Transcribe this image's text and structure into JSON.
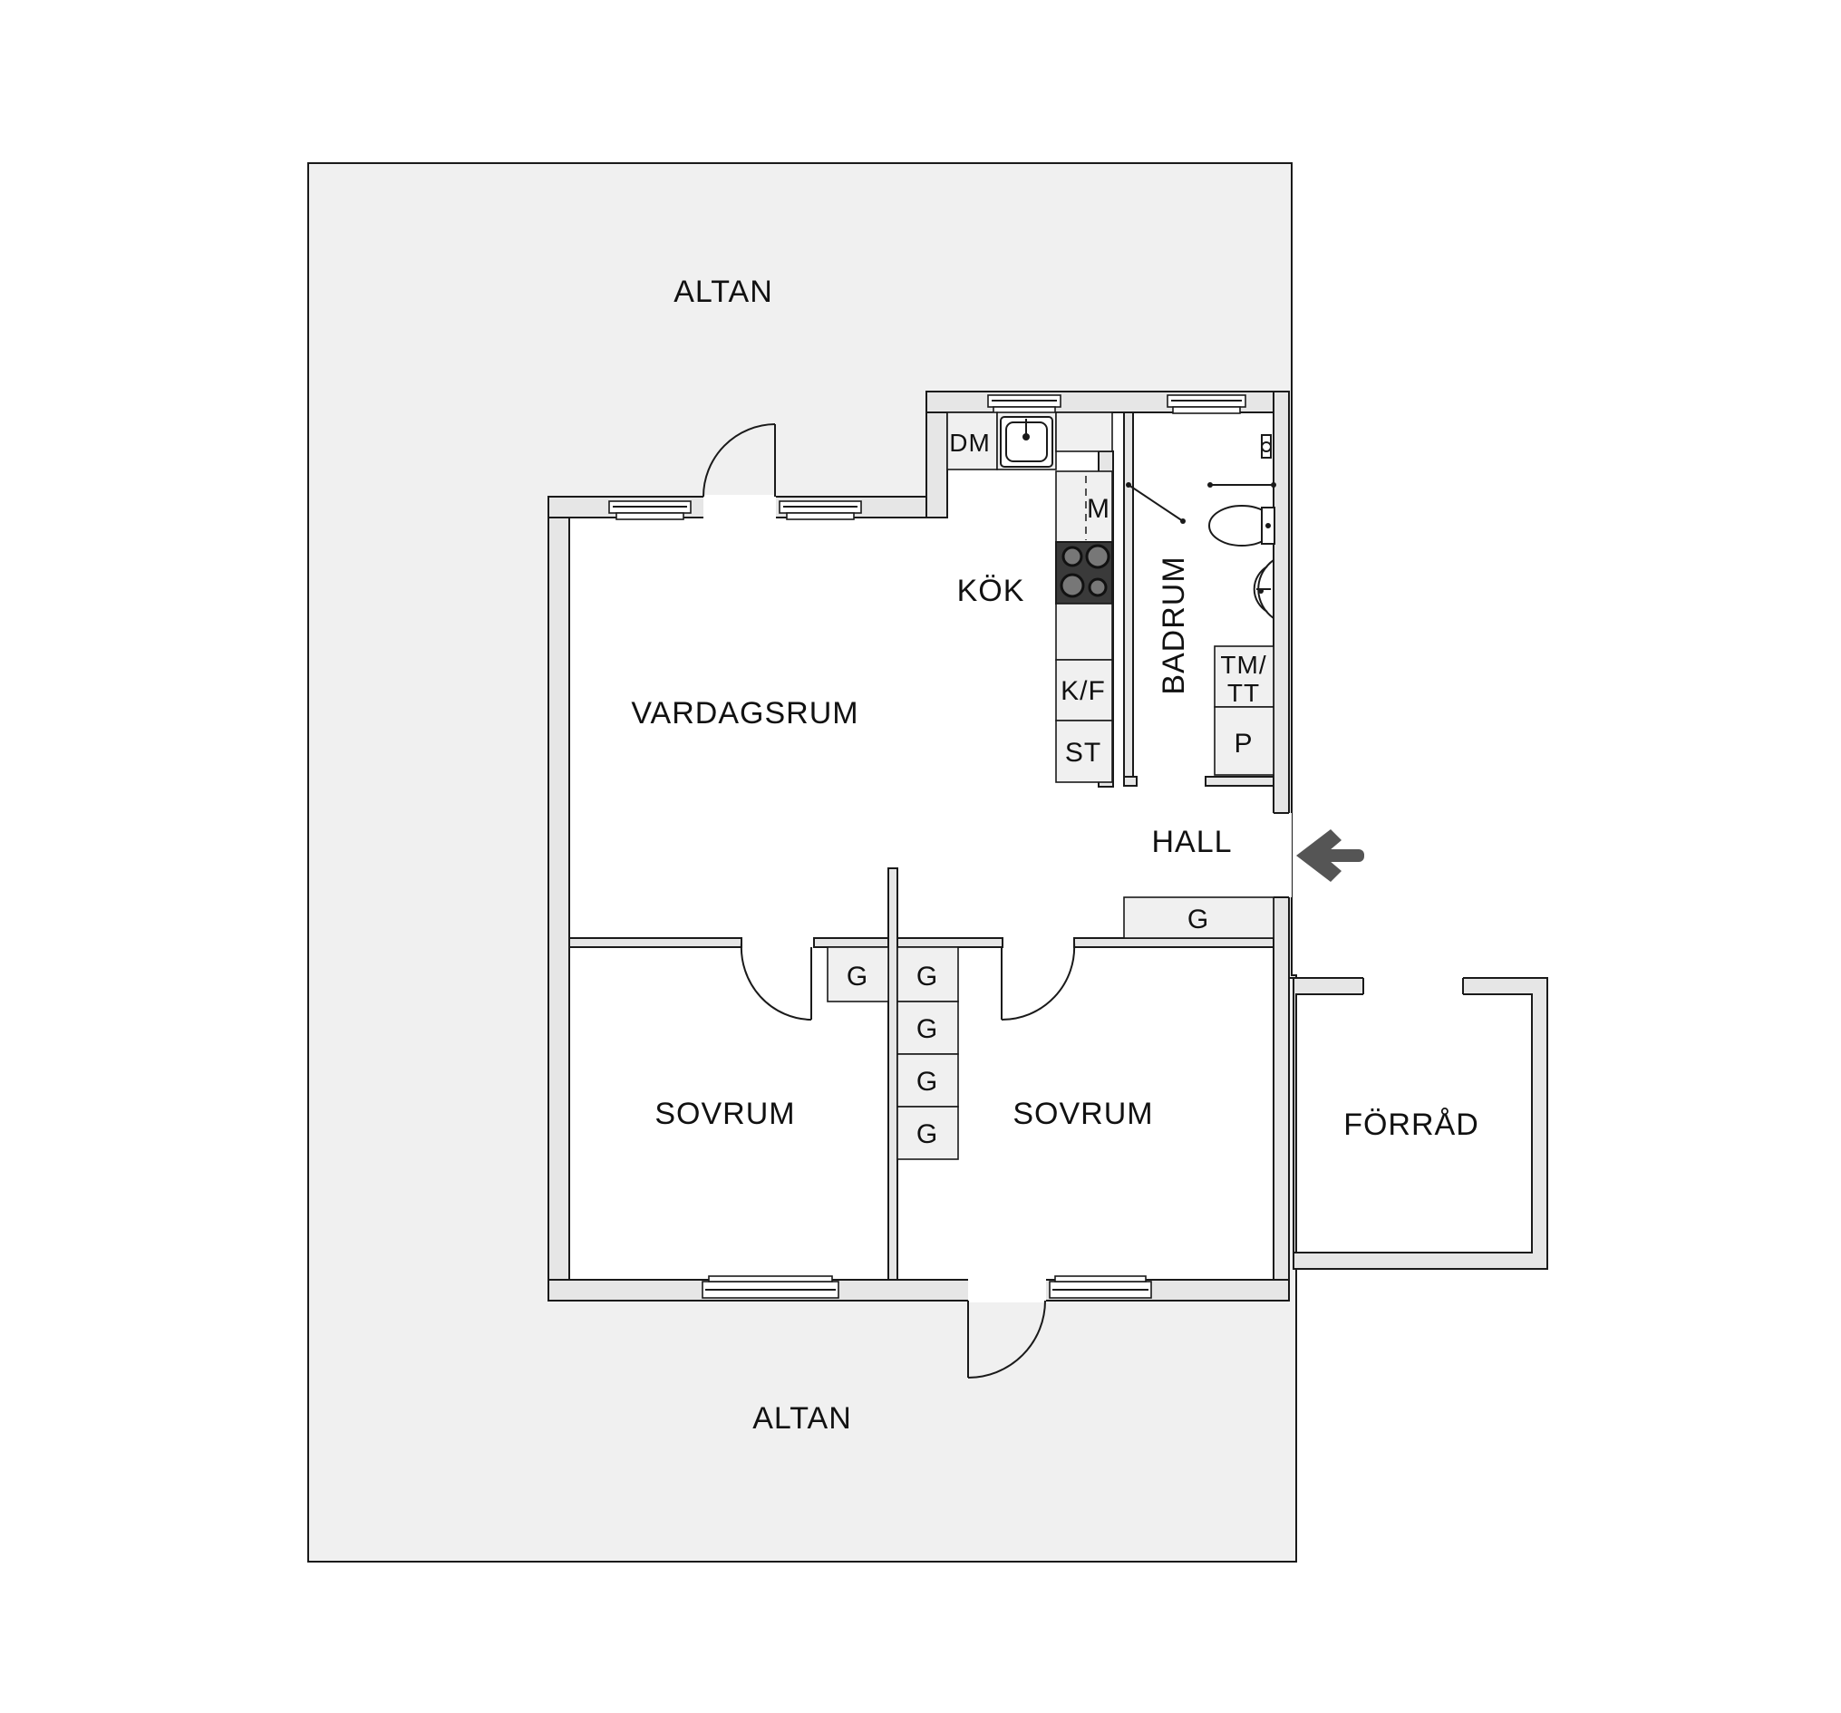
{
  "rooms": {
    "altan_top": "ALTAN",
    "altan_bottom": "ALTAN",
    "vardagsrum": "VARDAGSRUM",
    "kok": "KÖK",
    "badrum": "BADRUM",
    "hall": "HALL",
    "sovrum_left": "SOVRUM",
    "sovrum_right": "SOVRUM",
    "forrad": "FÖRRÅD"
  },
  "fixtures": {
    "dm": "DM",
    "m": "M",
    "kf": "K/F",
    "st": "ST",
    "tm": "TM/",
    "tt": "TT",
    "p": "P",
    "g": "G"
  },
  "colors": {
    "terrace": "#f0f0f0",
    "wall": "#e6e6e6",
    "line": "#1a1a1a",
    "arrow": "#555555"
  },
  "icons": {
    "entrance": "arrow-left-icon",
    "sink": "sink-icon",
    "stove": "stove-icon",
    "toilet": "toilet-icon",
    "washbasin": "washbasin-icon"
  }
}
